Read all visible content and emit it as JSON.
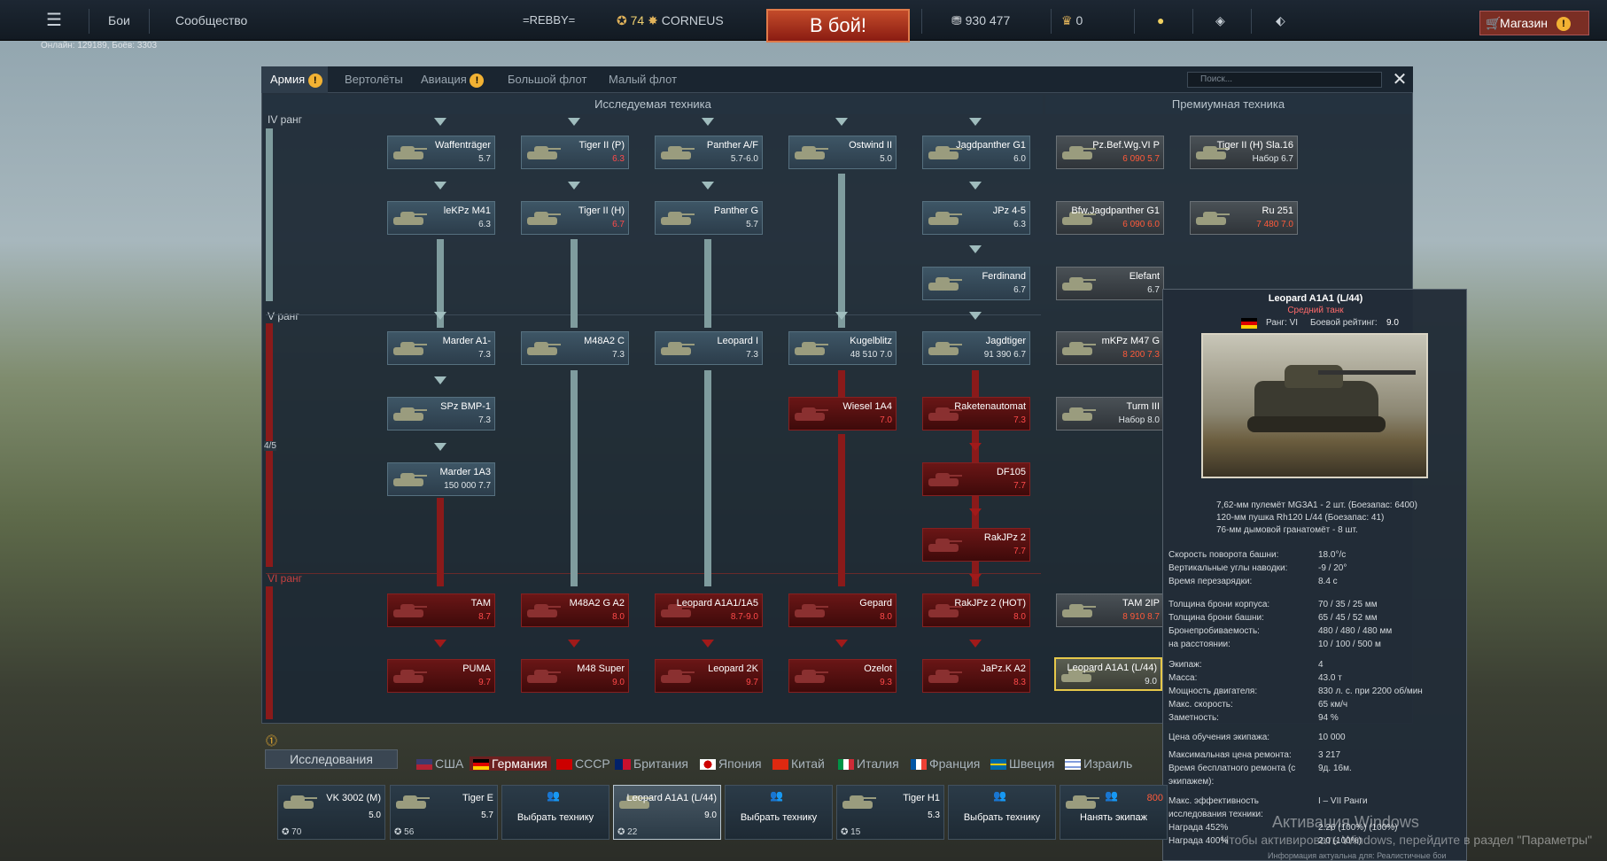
{
  "topbar": {
    "battles": "Бои",
    "community": "Сообщество",
    "squad": "=REBBY=",
    "level": "74",
    "player": "CORNEUS",
    "battle_button": "В бой!",
    "silver": "930 477",
    "gold": "0",
    "shop": "Магазин",
    "online": "Онлайн: 129189, Боёв: 3303"
  },
  "tabs": [
    {
      "label": "Армия"
    },
    {
      "label": "Вертолёты"
    },
    {
      "label": "Авиация"
    },
    {
      "label": "Большой флот"
    },
    {
      "label": "Малый флот"
    }
  ],
  "search_placeholder": "Поиск...",
  "columns": {
    "researched": "Исследуемая техника",
    "premium": "Премиумная техника"
  },
  "ranks": {
    "r4": "IV ранг",
    "r5": "V ранг",
    "r6": "VI ранг",
    "counter": "4/5"
  },
  "cards": [
    {
      "name": "Waffenträger",
      "br": "5.7"
    },
    {
      "name": "Tiger II (P)",
      "br": "6.3"
    },
    {
      "name": "Panther A/F",
      "br": "5.7-6.0"
    },
    {
      "name": "Ostwind II",
      "br": "5.0"
    },
    {
      "name": "Jagdpanther G1",
      "br": "6.0"
    },
    {
      "name": "leKPz M41",
      "br": "6.3"
    },
    {
      "name": "Tiger II (H)",
      "br": "6.7"
    },
    {
      "name": "Panther G",
      "br": "5.7"
    },
    {
      "name": "JPz 4-5",
      "br": "6.3"
    },
    {
      "name": "Ferdinand",
      "br": "6.7"
    },
    {
      "name": "Marder A1-",
      "br": "7.3"
    },
    {
      "name": "M48A2 C",
      "br": "7.3"
    },
    {
      "name": "Leopard I",
      "br": "7.3"
    },
    {
      "name": "Kugelblitz",
      "br": "48 510 7.0"
    },
    {
      "name": "Jagdtiger",
      "br": "91 390 6.7"
    },
    {
      "name": "SPz BMP-1",
      "br": "7.3"
    },
    {
      "name": "Wiesel 1A4",
      "br": "7.0"
    },
    {
      "name": "Raketenautomat",
      "br": "7.3"
    },
    {
      "name": "Marder 1A3",
      "br": "150 000 7.7"
    },
    {
      "name": "DF105",
      "br": "7.7"
    },
    {
      "name": "RakJPz 2",
      "br": "7.7"
    },
    {
      "name": "TAM",
      "br": "8.7"
    },
    {
      "name": "M48A2 G A2",
      "br": "8.0"
    },
    {
      "name": "Leopard A1A1/1A5",
      "br": "8.7-9.0"
    },
    {
      "name": "Gepard",
      "br": "8.0"
    },
    {
      "name": "RakJPz 2 (HOT)",
      "br": "8.0"
    },
    {
      "name": "PUMA",
      "br": "9.7"
    },
    {
      "name": "M48 Super",
      "br": "9.0"
    },
    {
      "name": "Leopard 2K",
      "br": "9.7"
    },
    {
      "name": "Ozelot",
      "br": "9.3"
    },
    {
      "name": "JaPz.K A2",
      "br": "8.3"
    }
  ],
  "premium": [
    {
      "name": "Pz.Bef.Wg.VI P",
      "br": "6 090 5.7"
    },
    {
      "name": "Tiger II (H) Sla.16",
      "br": "Набор 6.7"
    },
    {
      "name": "Bfw.Jagdpanther G1",
      "br": "6 090 6.0"
    },
    {
      "name": "Ru 251",
      "br": "7 480 7.0"
    },
    {
      "name": "Elefant",
      "br": "6.7"
    },
    {
      "name": "mKPz M47 G",
      "br": "8 200 7.3"
    },
    {
      "name": "Turm III",
      "br": "Набор 8.0"
    },
    {
      "name": "TAM 2IP",
      "br": "8 910 8.7"
    },
    {
      "name": "Leopard A1A1 (L/44)",
      "br": "9.0"
    }
  ],
  "tooltip": {
    "name": "Leopard A1A1 (L/44)",
    "class": "Средний танк",
    "rank": "Ранг: VI",
    "br_label": "Боевой рейтинг:",
    "br": "9.0",
    "weapons": [
      "7,62-мм пулемёт MG3A1 - 2 шт. (Боезапас: 6400)",
      "120-мм пушка Rh120 L/44 (Боезапас: 41)",
      "76-мм дымовой гранатомёт - 8 шт."
    ],
    "stats": [
      {
        "k": "Скорость поворота башни:",
        "v": "18.0°/с"
      },
      {
        "k": "Вертикальные углы наводки:",
        "v": "-9 / 20°"
      },
      {
        "k": "Время перезарядки:",
        "v": "8.4 с"
      },
      {
        "k": "Толщина брони корпуса:",
        "v": "70 / 35 / 25 мм"
      },
      {
        "k": "Толщина брони башни:",
        "v": "65 / 45 / 52 мм"
      },
      {
        "k": "Бронепробиваемость:",
        "v": "480 / 480 / 480 мм"
      },
      {
        "k": "на расстоянии:",
        "v": "10 / 100 / 500 м"
      },
      {
        "k": "Экипаж:",
        "v": "4"
      },
      {
        "k": "Масса:",
        "v": "43.0 т"
      },
      {
        "k": "Мощность двигателя:",
        "v": "830 л. с. при 2200 об/мин"
      },
      {
        "k": "Макс. скорость:",
        "v": "65 км/ч"
      },
      {
        "k": "Заметность:",
        "v": "94 %"
      },
      {
        "k": "Цена обучения экипажа:",
        "v": "10 000"
      },
      {
        "k": "Максимальная цена ремонта:",
        "v": "3 217"
      },
      {
        "k": "Время бесплатного ремонта (с",
        "v": "9д. 16м."
      },
      {
        "k": "экипажем):",
        "v": ""
      },
      {
        "k": "Макс. эффективность",
        "v": "I – VII Ранги"
      },
      {
        "k": "исследования техники:",
        "v": ""
      },
      {
        "k": "Награда 452%",
        "v": "2.26 (100%)  (100%)"
      },
      {
        "k": "Награда 400%",
        "v": "2.0 (100%)"
      }
    ],
    "footer": "Информация актуальна для: Реалистичные бои"
  },
  "research_button": "Исследования",
  "nations": [
    {
      "name": "США"
    },
    {
      "name": "Германия"
    },
    {
      "name": "СССР"
    },
    {
      "name": "Британия"
    },
    {
      "name": "Япония"
    },
    {
      "name": "Китай"
    },
    {
      "name": "Италия"
    },
    {
      "name": "Франция"
    },
    {
      "name": "Швеция"
    },
    {
      "name": "Израиль"
    }
  ],
  "crew": [
    {
      "name": "VK 3002 (M)",
      "br": "5.0",
      "crew": "70"
    },
    {
      "name": "Tiger E",
      "br": "5.7",
      "crew": "56"
    },
    {
      "name": "",
      "br": "",
      "crew": "",
      "pick": "Выбрать технику"
    },
    {
      "name": "Leopard A1A1 (L/44)",
      "br": "9.0",
      "crew": "22"
    },
    {
      "name": "",
      "br": "",
      "crew": "",
      "pick": "Выбрать технику"
    },
    {
      "name": "Tiger H1",
      "br": "5.3",
      "crew": "15"
    },
    {
      "name": "",
      "br": "",
      "crew": "",
      "pick": "Выбрать технику"
    },
    {
      "name": "800",
      "br": "",
      "crew": "",
      "pick": "Нанять экипаж"
    }
  ],
  "windows": {
    "line1": "Активация Windows",
    "line2": "Чтобы активировать Windows, перейдите в раздел \"Параметры\""
  }
}
